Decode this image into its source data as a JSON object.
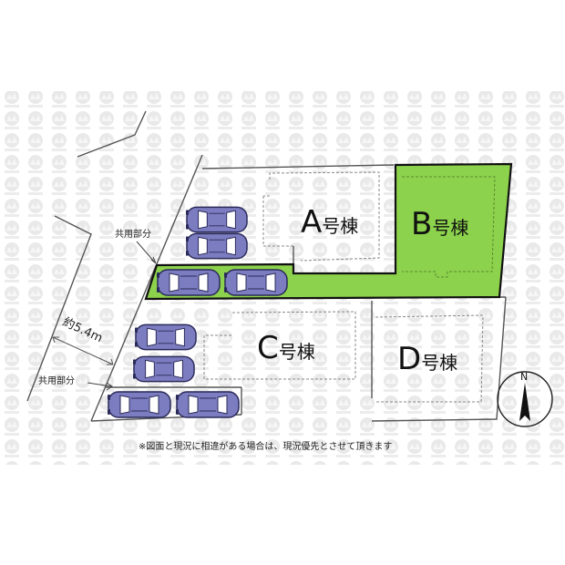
{
  "lots": {
    "a": {
      "letter": "A",
      "suffix": "号棟"
    },
    "b": {
      "letter": "B",
      "suffix": "号棟"
    },
    "c": {
      "letter": "C",
      "suffix": "号棟"
    },
    "d": {
      "letter": "D",
      "suffix": "号棟"
    }
  },
  "shared_area_label_top": "共用部分",
  "shared_area_label_bottom": "共用部分",
  "road_width": "約5.4m",
  "compass_label": "N",
  "footnote": "※図面と現況に相違がある場合は、現況優先とさせて頂きます",
  "colors": {
    "highlight": "#8cd24c",
    "car_body": "#7c7cc0",
    "car_window": "#ffffff",
    "boundary": "#555555"
  }
}
